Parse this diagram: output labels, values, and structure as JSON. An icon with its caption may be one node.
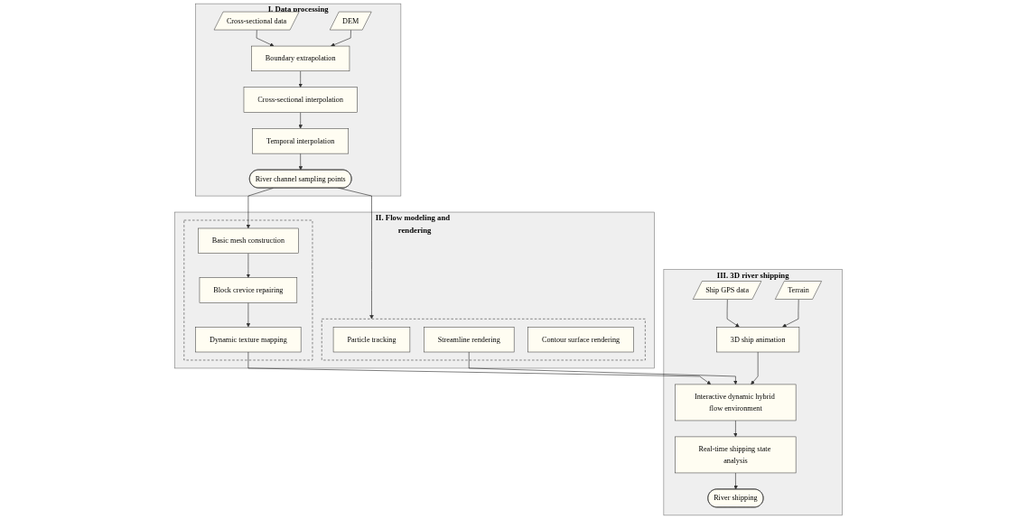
{
  "diagram": {
    "nodes": [
      {
        "text": [
          "I. Data processing"
        ]
      },
      {
        "text": [
          "Cross-sectional data"
        ],
        "in": 0
      },
      {
        "text": [
          "DEM"
        ],
        "in": 0
      },
      {
        "text": [
          "Boundary extrapolation"
        ],
        "in": 0
      },
      {
        "text": [
          "Cross-sectional interpolation"
        ],
        "in": 0
      },
      {
        "text": [
          "Temporal interpolation"
        ],
        "in": 0
      },
      {
        "text": [
          "River channel sampling points"
        ],
        "in": 0
      },
      {
        "text": [
          "II. Flow modeling and  rendering"
        ]
      },
      {
        "text": [],
        "shape": "box",
        "in": 7
      },
      {
        "text": [
          "Basic mesh construction"
        ],
        "in": 8
      },
      {
        "text": [
          "Block crevice repairing"
        ],
        "in": 8
      },
      {
        "text": [
          "Dynamic texture mapping"
        ],
        "in": 8
      },
      {
        "text": [],
        "shape": "box",
        "in": 7
      },
      {
        "text": [
          "Particle tracking"
        ],
        "in": 12
      },
      {
        "text": [
          "Streamline rendering"
        ],
        "in": 12
      },
      {
        "text": [
          "Contour surface rendering"
        ],
        "in": 12
      },
      {
        "text": [
          "III. 3D river shipping"
        ]
      },
      {
        "text": [
          "Ship GPS data"
        ],
        "in": 16
      },
      {
        "text": [
          "Terrain"
        ],
        "in": 16
      },
      {
        "text": [
          "3D ship animation"
        ],
        "in": 16
      },
      {
        "text": [
          "Interactive dynamic hybrid flow environment"
        ],
        "in": 16
      },
      {
        "text": [
          "Real-time shipping state analysis"
        ],
        "in": 16
      },
      {
        "text": [
          "River shipping"
        ],
        "in": 16
      }
    ],
    "edges": [
      {
        "from": 1,
        "to": 3,
        "arrow": "to"
      },
      {
        "from": 2,
        "to": 3,
        "arrow": "to"
      },
      {
        "from": 3,
        "to": 4,
        "arrow": "to"
      },
      {
        "from": 4,
        "to": 5,
        "arrow": "to"
      },
      {
        "from": 5,
        "to": 6,
        "arrow": "to"
      },
      {
        "from": 6,
        "to": 9,
        "arrow": "to"
      },
      {
        "from": 6,
        "to": 12,
        "arrow": "to"
      },
      {
        "from": 9,
        "to": 10,
        "arrow": "to"
      },
      {
        "from": 10,
        "to": 11,
        "arrow": "to"
      },
      {
        "from": 11,
        "to": 20,
        "arrow": "to"
      },
      {
        "from": 14,
        "to": 20,
        "arrow": "to"
      },
      {
        "from": 17,
        "to": 19,
        "arrow": "to"
      },
      {
        "from": 18,
        "to": 19,
        "arrow": "to"
      },
      {
        "from": 19,
        "to": 20,
        "arrow": "to"
      },
      {
        "from": 20,
        "to": 21,
        "arrow": "to"
      },
      {
        "from": 21,
        "to": 22,
        "arrow": "to"
      }
    ]
  }
}
